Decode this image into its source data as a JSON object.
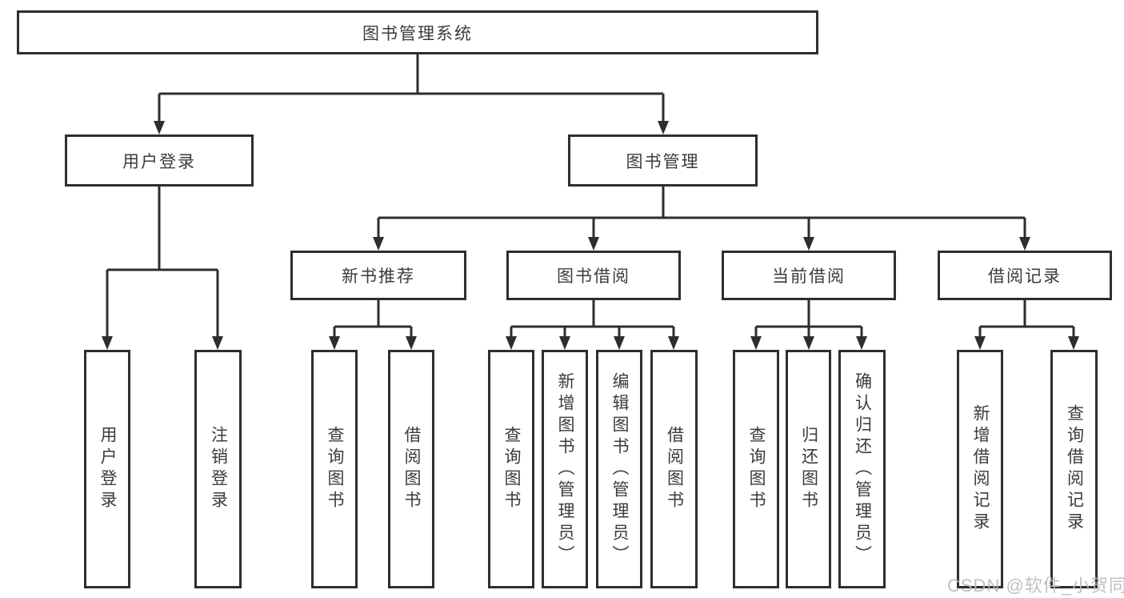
{
  "diagram": {
    "title": "图书管理系统",
    "tree": {
      "label": "图书管理系统",
      "children": [
        {
          "label": "用户登录",
          "children": [
            {
              "label": "用户登录"
            },
            {
              "label": "注销登录"
            }
          ]
        },
        {
          "label": "图书管理",
          "children": [
            {
              "label": "新书推荐",
              "children": [
                {
                  "label": "查询图书"
                },
                {
                  "label": "借阅图书"
                }
              ]
            },
            {
              "label": "图书借阅",
              "children": [
                {
                  "label": "查询图书"
                },
                {
                  "label": "新增图书（管理员）"
                },
                {
                  "label": "编辑图书（管理员）"
                },
                {
                  "label": "借阅图书"
                }
              ]
            },
            {
              "label": "当前借阅",
              "children": [
                {
                  "label": "查询图书"
                },
                {
                  "label": "归还图书"
                },
                {
                  "label": "确认归还（管理员）"
                }
              ]
            },
            {
              "label": "借阅记录",
              "children": [
                {
                  "label": "新增借阅记录"
                },
                {
                  "label": "查询借阅记录"
                }
              ]
            }
          ]
        }
      ]
    }
  },
  "watermark": {
    "text": "CSDN @软件_小贺同学"
  },
  "colors": {
    "line": "#2e2e2e",
    "box_border": "#2e2e2e",
    "box_fill": "#ffffff",
    "text": "#3b3b3b",
    "watermark": "#b9b9b9",
    "background": "#ffffff"
  }
}
